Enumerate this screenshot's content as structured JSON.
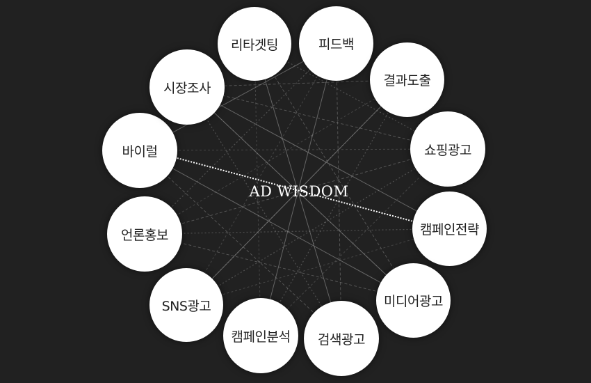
{
  "center_title": "AD WISDOM",
  "colors": {
    "background": "#212121",
    "node_fill": "#ffffff",
    "node_text": "#222222",
    "link": "#8a8a8a",
    "highlight_link": "#ffffff"
  },
  "nodes": [
    {
      "id": "retargeting",
      "label": "리타겟팅"
    },
    {
      "id": "feedback",
      "label": "피드백"
    },
    {
      "id": "result",
      "label": "결과도출"
    },
    {
      "id": "shopping",
      "label": "쇼핑광고"
    },
    {
      "id": "campaign-strategy",
      "label": "캠페인전략"
    },
    {
      "id": "media-ad",
      "label": "미디어광고"
    },
    {
      "id": "search-ad",
      "label": "검색광고"
    },
    {
      "id": "campaign-analysis",
      "label": "캠페인분석"
    },
    {
      "id": "sns-ad",
      "label": "SNS광고"
    },
    {
      "id": "press-pr",
      "label": "언론홍보"
    },
    {
      "id": "viral",
      "label": "바이럴"
    },
    {
      "id": "market-research",
      "label": "시장조사"
    }
  ],
  "links": [
    [
      "retargeting",
      "campaign-analysis"
    ],
    [
      "retargeting",
      "shopping"
    ],
    [
      "retargeting",
      "media-ad"
    ],
    [
      "retargeting",
      "search-ad"
    ],
    [
      "feedback",
      "sns-ad"
    ],
    [
      "feedback",
      "press-pr"
    ],
    [
      "feedback",
      "search-ad"
    ],
    [
      "feedback",
      "viral"
    ],
    [
      "result",
      "press-pr"
    ],
    [
      "result",
      "campaign-analysis"
    ],
    [
      "result",
      "market-research"
    ],
    [
      "result",
      "sns-ad"
    ],
    [
      "shopping",
      "viral"
    ],
    [
      "shopping",
      "sns-ad"
    ],
    [
      "shopping",
      "market-research"
    ],
    [
      "campaign-strategy",
      "market-research"
    ],
    [
      "campaign-strategy",
      "sns-ad"
    ],
    [
      "campaign-strategy",
      "press-pr"
    ],
    [
      "media-ad",
      "press-pr"
    ],
    [
      "media-ad",
      "viral"
    ],
    [
      "media-ad",
      "market-research"
    ],
    [
      "search-ad",
      "market-research"
    ],
    [
      "search-ad",
      "viral"
    ],
    [
      "campaign-analysis",
      "feedback"
    ],
    [
      "campaign-analysis",
      "shopping"
    ],
    [
      "sns-ad",
      "result"
    ],
    [
      "press-pr",
      "shopping"
    ],
    [
      "market-research",
      "media-ad"
    ]
  ],
  "highlight_link": [
    "viral",
    "campaign-strategy"
  ]
}
